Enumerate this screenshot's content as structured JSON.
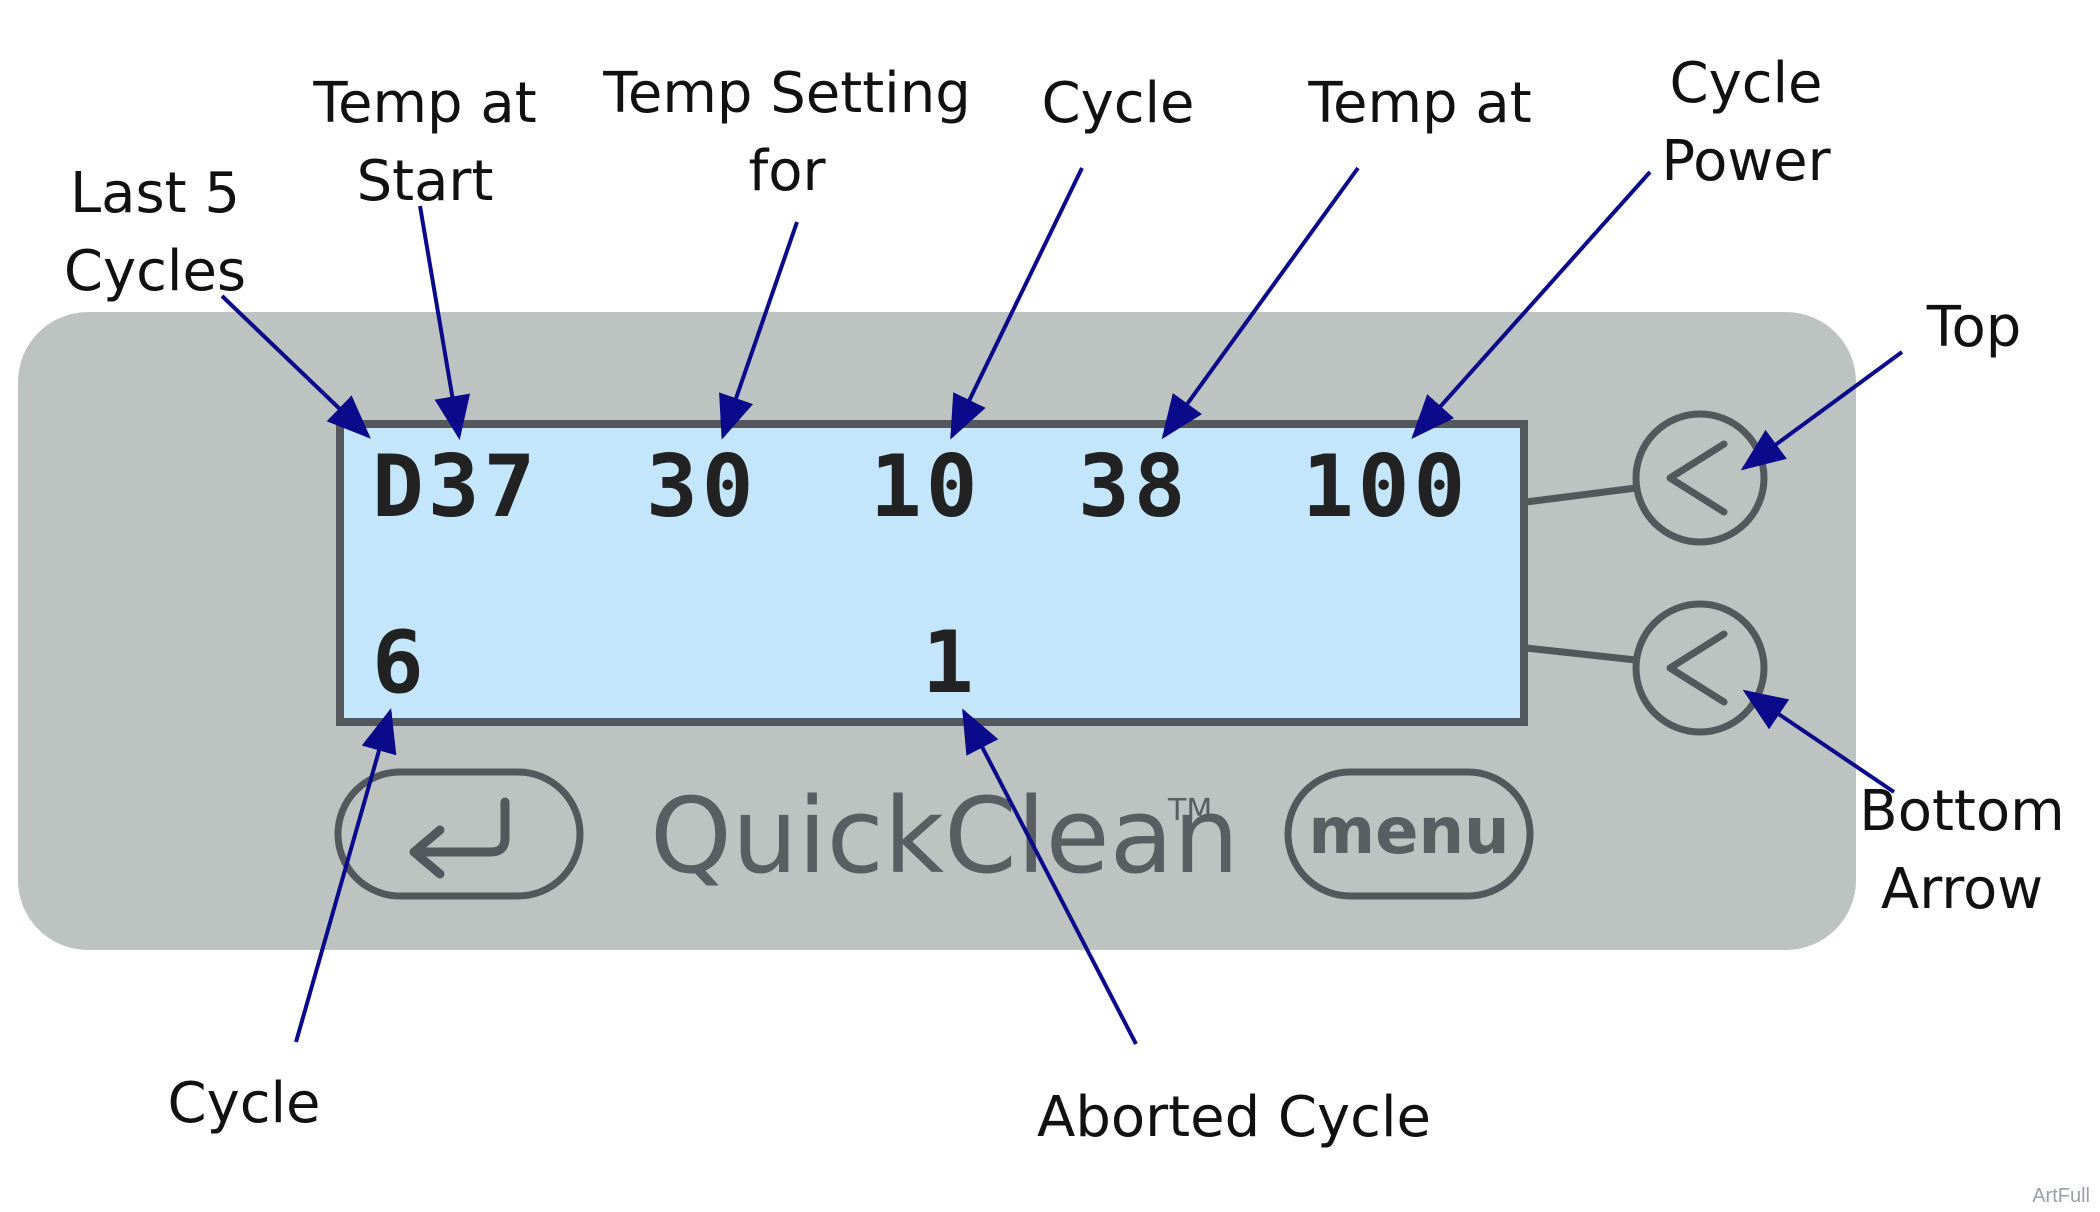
{
  "callouts": {
    "last5_line1": "Last 5",
    "last5_line2": "Cycles",
    "temp_start_line1": "Temp at",
    "temp_start_line2": "Start",
    "temp_setting_line1": "Temp Setting",
    "temp_setting_line2": "for",
    "cycle_top": "Cycle",
    "temp_at": "Temp at",
    "cycle_power_line1": "Cycle",
    "cycle_power_line2": "Power",
    "top": "Top",
    "bottom_arrow_line1": "Bottom",
    "bottom_arrow_line2": "Arrow",
    "cycle_bottom": "Cycle",
    "aborted_cycle": "Aborted Cycle"
  },
  "display": {
    "row1": [
      "D37",
      "30",
      "10",
      "38",
      "100"
    ],
    "row2": [
      "6",
      "1"
    ]
  },
  "panel": {
    "brand": "QuickClean",
    "trademark": "TM",
    "menu_label": "menu"
  },
  "watermark": "ArtFull",
  "colors": {
    "panel": "#bdc3c1",
    "lcd_background": "#c4e6fc",
    "frame": "#54575b",
    "arrow": "#0a0a8a"
  },
  "icons": {
    "enter_button": "return-arrow-icon",
    "top_button": "chevron-left-icon",
    "bottom_button": "chevron-left-icon"
  }
}
